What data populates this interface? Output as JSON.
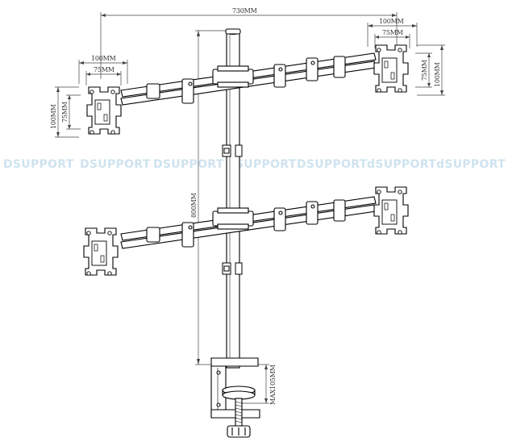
{
  "dimensions": {
    "overall_width": "730MM",
    "vesa_outer_right": "100MM",
    "vesa_inner_right": "75MM",
    "vesa_outer_left": "100MM",
    "vesa_inner_left": "75MM",
    "vesa_left_vertical_outer": "100MM",
    "vesa_left_vertical_inner": "75MM",
    "vesa_right_vertical_inner": "75MM",
    "vesa_right_vertical_outer": "100MM",
    "pole_height": "800MM",
    "clamp_max": "MAX105MM"
  },
  "watermark": [
    "DSUPPORT",
    "DSUPPORT",
    "DSUPPORT",
    "DSUPPORT",
    "DSUPPORT",
    "dSUPPORT",
    "dSUPPORT"
  ],
  "colors": {
    "line": "#000000",
    "dim_line": "#444444",
    "watermark": "#cfe3ef"
  }
}
